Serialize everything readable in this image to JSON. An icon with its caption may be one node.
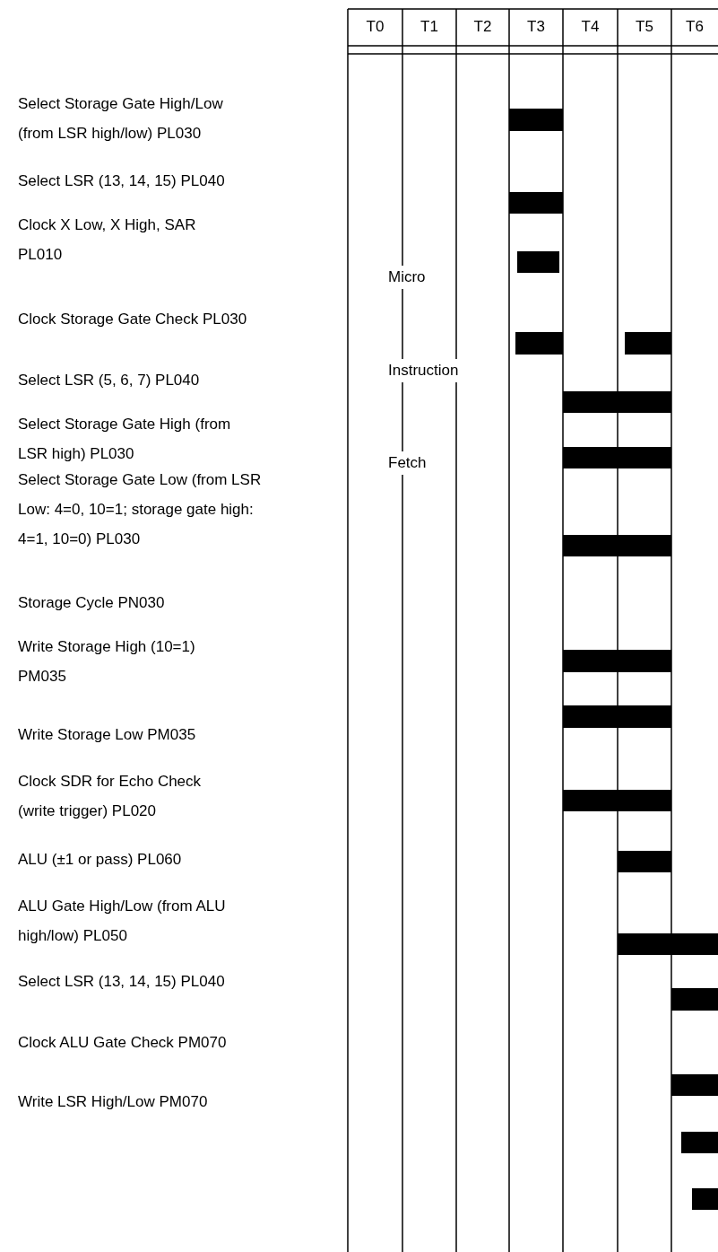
{
  "diagram": {
    "labels": [
      "T0",
      "T1",
      "T2",
      "T3",
      "T4",
      "T5",
      "T6",
      "Select Storage Gate High/Low (from LSR high/low) PL030",
      "Select LSR (13, 14, 15) PL040",
      "Clock X Low, X High, SAR PL010",
      "Clock Storage Gate Check PL030",
      "Select LSR (5, 6, 7) PL040",
      "Select Storage Gate High (from LSR high) PL030",
      "Select Storage Gate Low (from LSR Low: 4=0, 10=1; storage gate high: 4=1, 10=0) PL030",
      "Storage Cycle PN030",
      "Write Storage High (10=1) PM035",
      "Write Storage Low PM035",
      "Clock SDR for Echo Check (write trigger) PL020",
      "ALU (±1 or pass) PL060",
      "ALU Gate High/Low (from ALU high/low) PL050",
      "Select LSR (13, 14, 15) PL040",
      "Clock ALU Gate Check PM070",
      "Write LSR High/Low PM070",
      "Micro",
      "Instruction",
      "Fetch"
    ]
  }
}
